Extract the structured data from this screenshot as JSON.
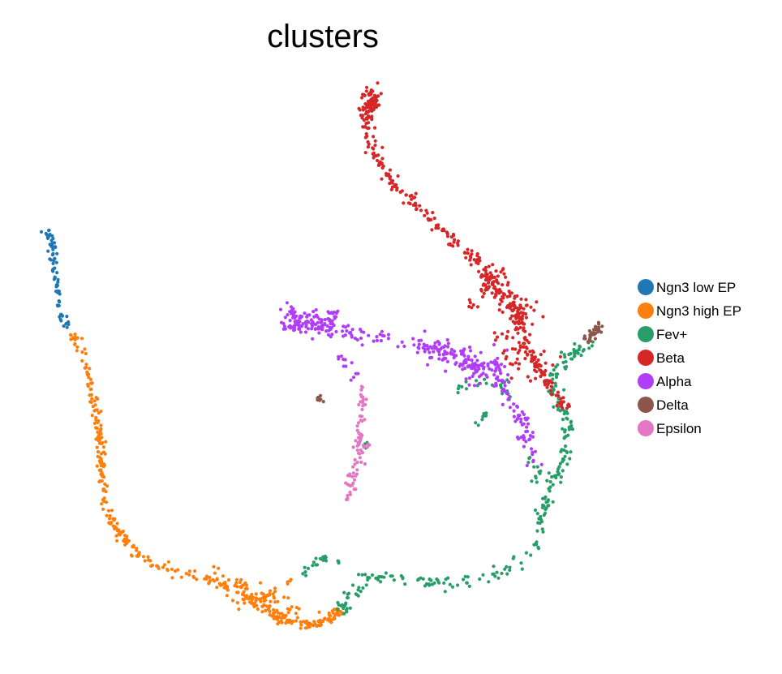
{
  "chart_data": {
    "type": "scatter",
    "title": "clusters",
    "xlabel": "",
    "ylabel": "",
    "axes_visible": false,
    "grid": false,
    "legend_placement": "right",
    "series": [
      {
        "name": "Ngn3 low EP",
        "color": "#1f77b4",
        "path": [
          [
            57,
            282
          ],
          [
            63,
            295
          ],
          [
            67,
            310
          ],
          [
            66,
            328
          ],
          [
            70,
            350
          ],
          [
            73,
            372
          ],
          [
            78,
            392
          ],
          [
            85,
            405
          ]
        ],
        "spread": 2.5,
        "count": 70
      },
      {
        "name": "Ngn3 high EP",
        "color": "#ff7f0e",
        "path": [
          [
            88,
            410
          ],
          [
            100,
            435
          ],
          [
            110,
            470
          ],
          [
            118,
            510
          ],
          [
            125,
            550
          ],
          [
            126,
            590
          ],
          [
            132,
            625
          ],
          [
            145,
            655
          ],
          [
            170,
            685
          ],
          [
            210,
            705
          ],
          [
            260,
            712
          ],
          [
            300,
            735
          ],
          [
            340,
            760
          ],
          [
            375,
            772
          ],
          [
            400,
            765
          ],
          [
            420,
            752
          ]
        ],
        "spread": 3,
        "count": 330,
        "extra": [
          {
            "path": [
              [
                268,
                712
              ],
              [
                300,
                728
              ],
              [
                335,
                745
              ],
              [
                360,
                762
              ]
            ],
            "spread": 10,
            "count": 90
          },
          {
            "path": [
              [
                320,
                740
              ],
              [
                345,
                725
              ],
              [
                362,
                712
              ]
            ],
            "spread": 2,
            "count": 15
          }
        ]
      },
      {
        "name": "Fev+",
        "color": "#279e68",
        "path": [
          [
            420,
            752
          ],
          [
            435,
            735
          ],
          [
            450,
            715
          ],
          [
            480,
            711
          ],
          [
            520,
            717
          ],
          [
            560,
            722
          ],
          [
            600,
            715
          ],
          [
            640,
            695
          ],
          [
            660,
            670
          ],
          [
            665,
            640
          ],
          [
            675,
            610
          ],
          [
            688,
            580
          ],
          [
            698,
            550
          ],
          [
            700,
            520
          ],
          [
            690,
            498
          ],
          [
            680,
            480
          ],
          [
            685,
            455
          ],
          [
            700,
            440
          ],
          [
            715,
            430
          ],
          [
            730,
            420
          ]
        ],
        "spread": 4,
        "count": 260,
        "extra": [
          {
            "path": [
              [
                365,
                712
              ],
              [
                385,
                698
              ],
              [
                400,
                685
              ]
            ],
            "spread": 2,
            "count": 15
          },
          {
            "path": [
              [
                400,
                688
              ],
              [
                420,
                695
              ]
            ],
            "spread": 2,
            "count": 6
          },
          {
            "path": [
              [
                565,
                480
              ],
              [
                590,
                472
              ],
              [
                615,
                470
              ],
              [
                630,
                490
              ]
            ],
            "spread": 4,
            "count": 22
          },
          {
            "path": [
              [
                585,
                530
              ],
              [
                600,
                510
              ]
            ],
            "spread": 3,
            "count": 8
          },
          {
            "path": [
              [
                650,
                560
              ],
              [
                665,
                580
              ],
              [
                660,
                590
              ]
            ],
            "spread": 4,
            "count": 12
          },
          {
            "path": [
              [
                455,
                555
              ],
              [
                450,
                545
              ]
            ],
            "spread": 2,
            "count": 3
          }
        ]
      },
      {
        "name": "Beta",
        "color": "#d62728",
        "path": [
          [
            452,
            113
          ],
          [
            458,
            128
          ],
          [
            450,
            150
          ],
          [
            460,
            185
          ],
          [
            480,
            220
          ],
          [
            505,
            245
          ],
          [
            530,
            270
          ],
          [
            560,
            300
          ],
          [
            590,
            325
          ],
          [
            610,
            355
          ],
          [
            635,
            380
          ],
          [
            645,
            410
          ],
          [
            660,
            450
          ],
          [
            680,
            475
          ],
          [
            697,
            505
          ]
        ],
        "spread": 4,
        "count": 300,
        "extra": [
          {
            "path": [
              [
                452,
                113
              ],
              [
                462,
                125
              ],
              [
                450,
                142
              ]
            ],
            "spread": 5,
            "count": 45
          },
          {
            "path": [
              [
                600,
                340
              ],
              [
                630,
                370
              ],
              [
                648,
                395
              ]
            ],
            "spread": 10,
            "count": 90
          },
          {
            "path": [
              [
                620,
                420
              ],
              [
                650,
                440
              ],
              [
                665,
                460
              ]
            ],
            "spread": 12,
            "count": 60
          },
          {
            "path": [
              [
                575,
                370
              ],
              [
                590,
                385
              ]
            ],
            "spread": 3,
            "count": 6
          }
        ]
      },
      {
        "name": "Alpha",
        "color": "#b03ef7",
        "path": [
          [
            350,
            390
          ],
          [
            370,
            400
          ],
          [
            400,
            405
          ],
          [
            430,
            410
          ],
          [
            470,
            415
          ],
          [
            510,
            425
          ],
          [
            540,
            430
          ],
          [
            560,
            440
          ],
          [
            580,
            450
          ],
          [
            600,
            455
          ],
          [
            620,
            470
          ],
          [
            630,
            490
          ],
          [
            640,
            515
          ],
          [
            650,
            540
          ],
          [
            660,
            570
          ]
        ],
        "spread": 5,
        "count": 240,
        "extra": [
          {
            "path": [
              [
                348,
                388
              ],
              [
                375,
                398
              ],
              [
                410,
                400
              ]
            ],
            "spread": 8,
            "count": 70
          },
          {
            "path": [
              [
                520,
                425
              ],
              [
                555,
                440
              ],
              [
                590,
                455
              ],
              [
                610,
                445
              ]
            ],
            "spread": 12,
            "count": 70
          },
          {
            "path": [
              [
                420,
                440
              ],
              [
                430,
                455
              ],
              [
                440,
                465
              ]
            ],
            "spread": 3,
            "count": 12
          },
          {
            "path": [
              [
                405,
                385
              ],
              [
                420,
                392
              ]
            ],
            "spread": 3,
            "count": 10
          }
        ]
      },
      {
        "name": "Delta",
        "color": "#8c564b",
        "path": [
          [
            738,
            398
          ],
          [
            736,
            405
          ],
          [
            732,
            413
          ],
          [
            725,
            420
          ]
        ],
        "spread": 3,
        "count": 40,
        "extra": [
          {
            "path": [
              [
                392,
                490
              ],
              [
                396,
                493
              ]
            ],
            "spread": 2,
            "count": 10
          }
        ]
      },
      {
        "name": "Epsilon",
        "color": "#e377c2",
        "path": [
          [
            445,
            475
          ],
          [
            447,
            505
          ],
          [
            444,
            535
          ],
          [
            440,
            560
          ],
          [
            435,
            590
          ],
          [
            428,
            615
          ]
        ],
        "spread": 3,
        "count": 70,
        "extra": [
          {
            "path": [
              [
                440,
                560
              ],
              [
                450,
                552
              ],
              [
                455,
                545
              ]
            ],
            "spread": 2,
            "count": 10
          }
        ]
      }
    ]
  }
}
